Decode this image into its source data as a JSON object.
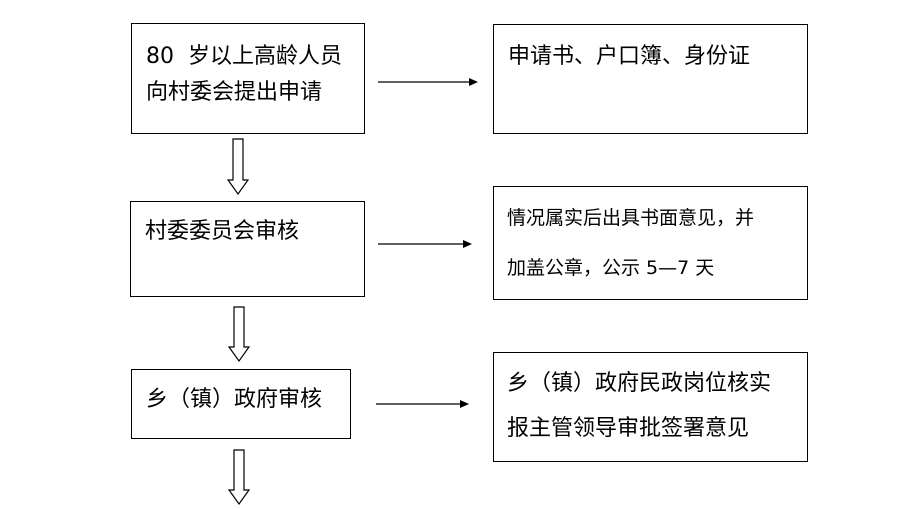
{
  "steps": [
    {
      "lines": [
        "80  岁以上高龄人员",
        "向村委会提出申请"
      ]
    },
    {
      "lines": [
        "村委委员会审核"
      ]
    },
    {
      "lines": [
        "乡（镇）政府审核"
      ]
    }
  ],
  "notes": [
    {
      "lines": [
        "申请书、户口簿、身份证"
      ]
    },
    {
      "lines": [
        "情况属实后出具书面意见，并",
        "加盖公章，公示 5—7 天"
      ]
    },
    {
      "lines": [
        "乡（镇）政府民政岗位核实",
        "报主管领导审批签署意见"
      ]
    }
  ]
}
